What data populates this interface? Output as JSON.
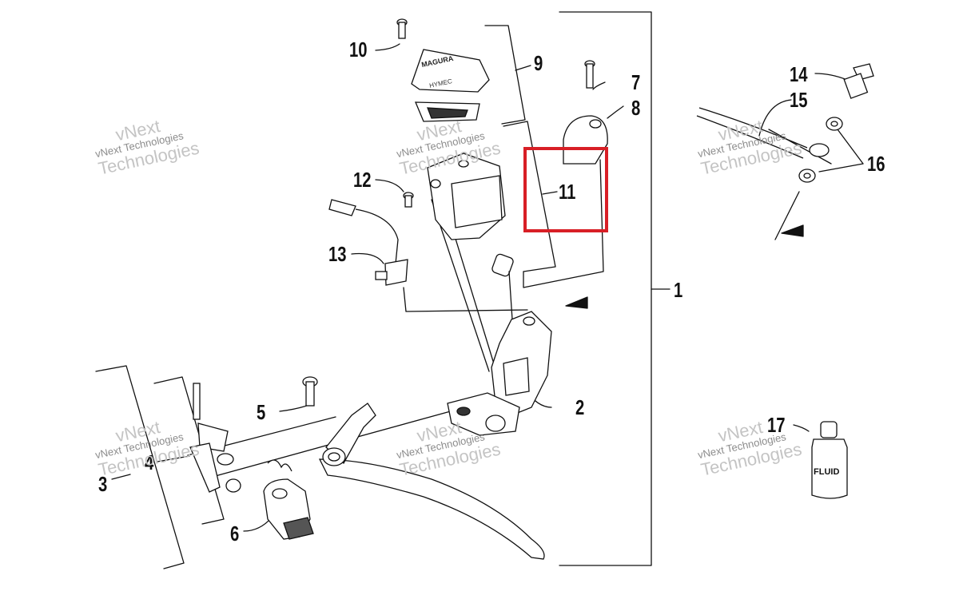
{
  "diagram": {
    "callouts": [
      {
        "id": "1",
        "text": "1"
      },
      {
        "id": "2",
        "text": "2"
      },
      {
        "id": "3",
        "text": "3"
      },
      {
        "id": "4",
        "text": "4"
      },
      {
        "id": "5",
        "text": "5"
      },
      {
        "id": "6",
        "text": "6"
      },
      {
        "id": "7",
        "text": "7"
      },
      {
        "id": "8",
        "text": "8"
      },
      {
        "id": "9",
        "text": "9"
      },
      {
        "id": "10",
        "text": "10"
      },
      {
        "id": "11",
        "text": "11"
      },
      {
        "id": "12",
        "text": "12"
      },
      {
        "id": "13",
        "text": "13"
      },
      {
        "id": "14",
        "text": "14"
      },
      {
        "id": "15",
        "text": "15"
      },
      {
        "id": "16",
        "text": "16"
      },
      {
        "id": "17",
        "text": "17"
      }
    ],
    "highlighted_callout": "11",
    "highlight_color": "#d81f26",
    "fluid_bottle_label": "FLUID",
    "cap_logo_text": "MAGURA",
    "cap_sublogo_text": "HYMEC"
  },
  "watermark": {
    "line1": "vNext",
    "line2": "vNext Technologies",
    "line3": "Technologies"
  }
}
